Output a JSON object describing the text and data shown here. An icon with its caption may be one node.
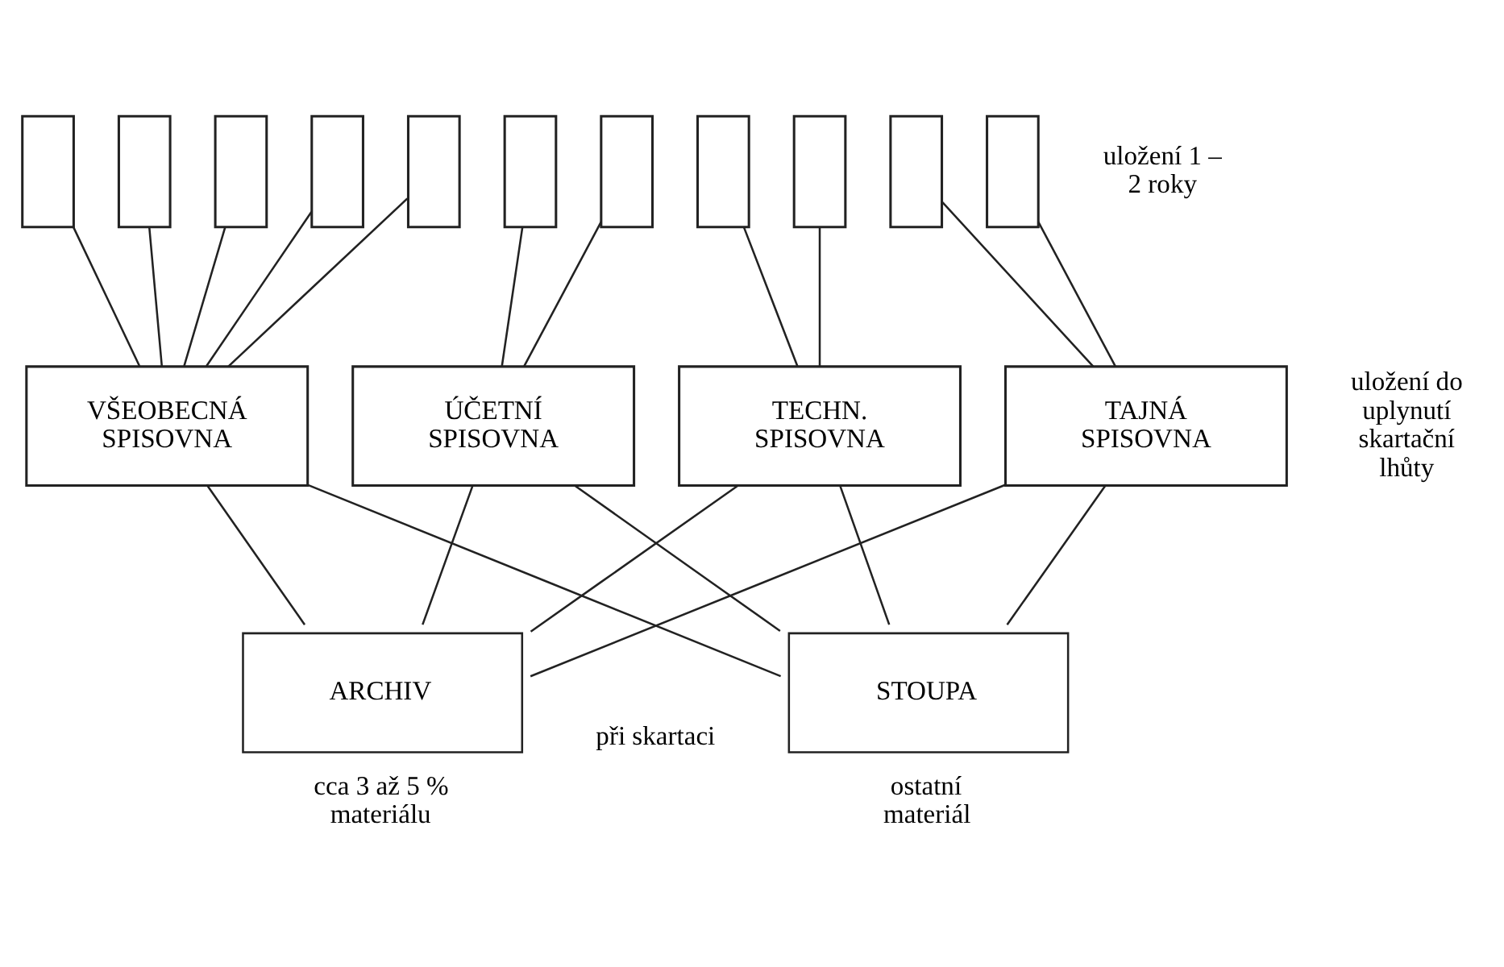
{
  "diagram": {
    "nodes": [
      {
        "text": [],
        "shape": "box"
      },
      {
        "text": [],
        "shape": "box"
      },
      {
        "text": [],
        "shape": "box"
      },
      {
        "text": [],
        "shape": "box"
      },
      {
        "text": [],
        "shape": "box"
      },
      {
        "text": [],
        "shape": "box"
      },
      {
        "text": [],
        "shape": "box"
      },
      {
        "text": [],
        "shape": "box"
      },
      {
        "text": [],
        "shape": "box"
      },
      {
        "text": [],
        "shape": "box"
      },
      {
        "text": [],
        "shape": "box"
      },
      {
        "text": [
          "VŠEOBECNÁ SPISOVNA"
        ]
      },
      {
        "text": [
          "ÚČETNÍ SPISOVNA"
        ]
      },
      {
        "text": [
          "TECHN. SPISOVNA"
        ]
      },
      {
        "text": [
          "TAJNÁ SPISOVNA"
        ]
      },
      {
        "text": [
          "ARCHIV"
        ],
        "beside": [
          "cca 3 až 5 % materiálu"
        ]
      },
      {
        "text": [
          "STOUPA"
        ],
        "beside": [
          "ostatní materiál"
        ]
      }
    ],
    "edges": [
      {
        "from": 0,
        "to": 11,
        "arrow": "none"
      },
      {
        "from": 1,
        "to": 11,
        "arrow": "none"
      },
      {
        "from": 2,
        "to": 11,
        "arrow": "none"
      },
      {
        "from": 3,
        "to": 11,
        "arrow": "none"
      },
      {
        "from": 4,
        "to": 11,
        "arrow": "none"
      },
      {
        "from": 5,
        "to": 12,
        "arrow": "none"
      },
      {
        "from": 6,
        "to": 12,
        "arrow": "none"
      },
      {
        "from": 7,
        "to": 13,
        "arrow": "none"
      },
      {
        "from": 8,
        "to": 13,
        "arrow": "none"
      },
      {
        "from": 9,
        "to": 14,
        "arrow": "none"
      },
      {
        "from": 10,
        "to": 14,
        "arrow": "none"
      },
      {
        "from": 11,
        "to": 15,
        "arrow": "none"
      },
      {
        "from": 11,
        "to": 16,
        "arrow": "none"
      },
      {
        "from": 12,
        "to": 15,
        "arrow": "none"
      },
      {
        "from": 12,
        "to": 16,
        "arrow": "none"
      },
      {
        "from": 13,
        "to": 15,
        "arrow": "none"
      },
      {
        "from": 13,
        "to": 16,
        "arrow": "none"
      },
      {
        "from": 14,
        "to": 15,
        "arrow": "none"
      },
      {
        "from": 14,
        "to": 16,
        "arrow": "none"
      }
    ],
    "labels": [
      "uložení 1 – 2 roky",
      "uložení do uplynutí skartační lhůty",
      "při skartaci"
    ]
  }
}
